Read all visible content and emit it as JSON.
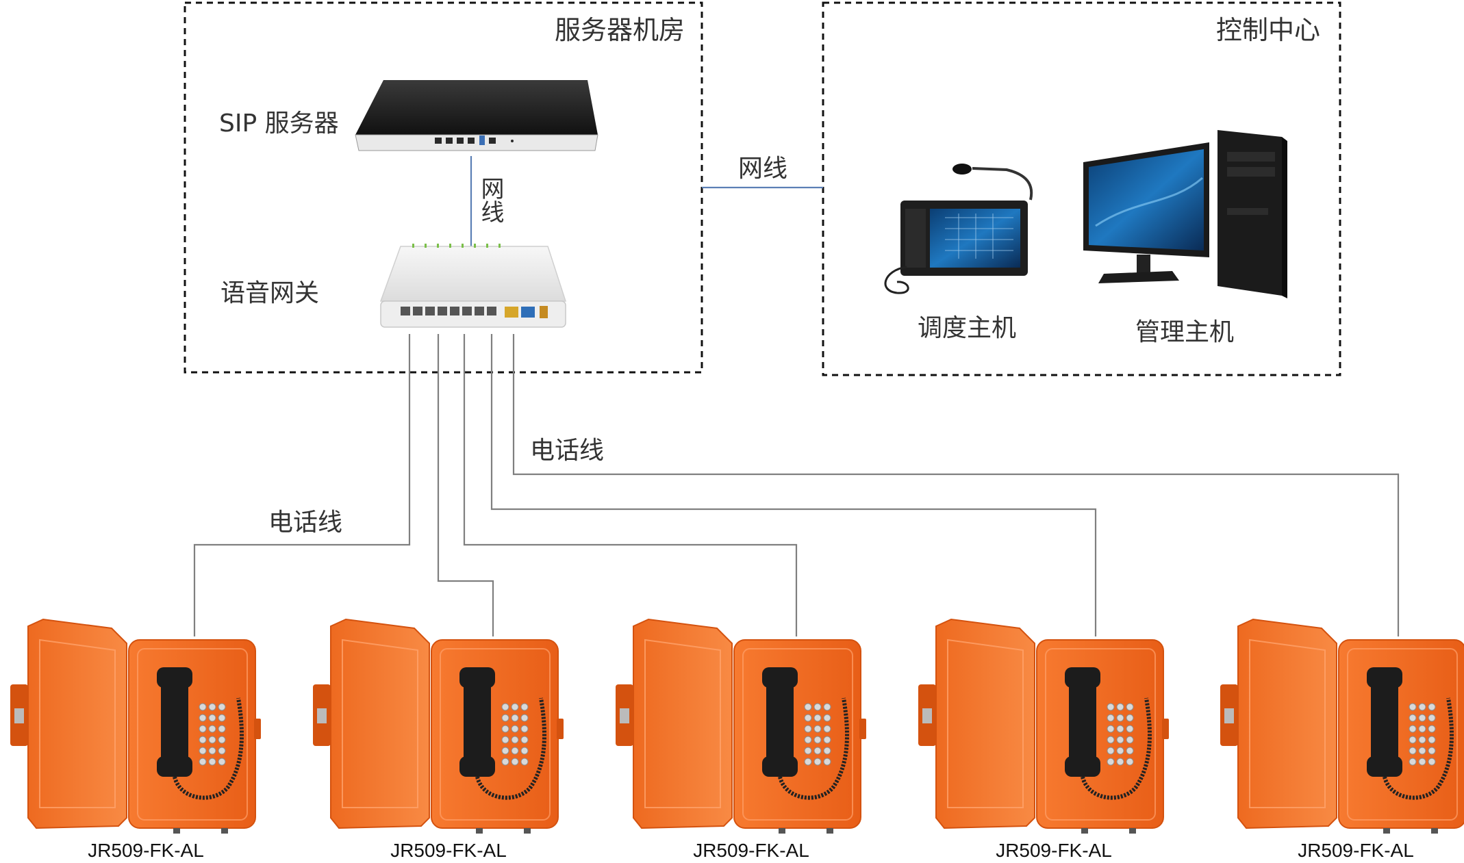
{
  "zones": {
    "server_room": "服务器机房",
    "control_center": "控制中心"
  },
  "devices": {
    "sip_server": "SIP 服务器",
    "voice_gateway": "语音网关",
    "dispatch_host": "调度主机",
    "management_host": "管理主机"
  },
  "links": {
    "net_vertical": "网线",
    "net_horizontal": "网线",
    "phone_line_left": "电话线",
    "phone_line_right": "电话线"
  },
  "phones": [
    {
      "model": "JR509-FK-AL"
    },
    {
      "model": "JR509-FK-AL"
    },
    {
      "model": "JR509-FK-AL"
    },
    {
      "model": "JR509-FK-AL"
    },
    {
      "model": "JR509-FK-AL"
    }
  ],
  "colors": {
    "phone_body": "#f06a22",
    "phone_dark": "#d4520f",
    "handset": "#1c1c1c",
    "network_wire": "#5b7fb5",
    "phone_wire": "#7f7f7f"
  }
}
